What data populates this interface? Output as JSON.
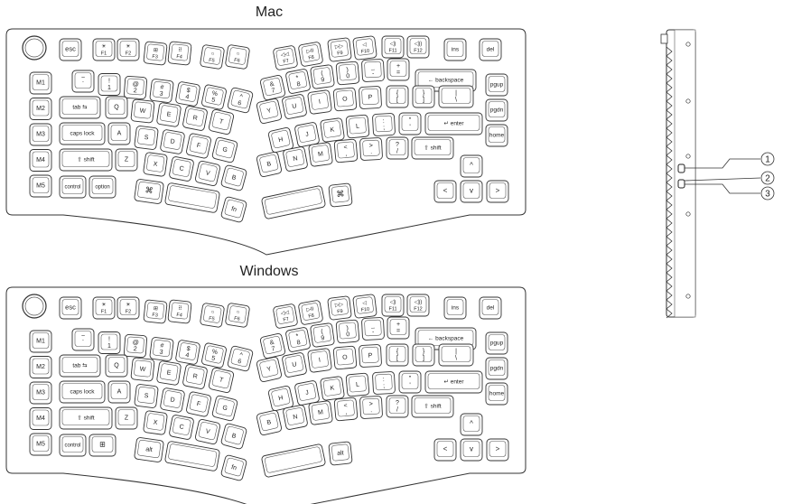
{
  "titles": {
    "mac": "Mac",
    "windows": "Windows"
  },
  "macro": [
    "M1",
    "M2",
    "M3",
    "M4",
    "M5"
  ],
  "left": {
    "fn_row": [
      {
        "t": "",
        "b": "esc"
      },
      {
        "t": "☀",
        "b": "F1"
      },
      {
        "t": "☀",
        "b": "F2"
      },
      {
        "t": "⊞",
        "b": "F3"
      },
      {
        "t": "⠿",
        "b": "F4"
      },
      {
        "t": "○",
        "b": "F5"
      },
      {
        "t": "○",
        "b": "F6"
      }
    ],
    "num_row": [
      {
        "t": "~",
        "b": "`"
      },
      {
        "t": "!",
        "b": "1"
      },
      {
        "t": "@",
        "b": "2"
      },
      {
        "t": "#",
        "b": "3"
      },
      {
        "t": "$",
        "b": "4"
      },
      {
        "t": "%",
        "b": "5"
      },
      {
        "t": "^",
        "b": "6"
      }
    ],
    "tab_row": [
      "tab ⇆",
      "Q",
      "W",
      "E",
      "R",
      "T"
    ],
    "caps_row": [
      "caps lock",
      "A",
      "S",
      "D",
      "F",
      "G"
    ],
    "shift_row": [
      "⇧ shift",
      "Z",
      "X",
      "C",
      "V",
      "B"
    ],
    "mac_bottom": [
      "control",
      "option",
      "⌘",
      "",
      "fn"
    ],
    "win_bottom": [
      "control",
      "⊞",
      "alt",
      "",
      "fn"
    ]
  },
  "right": {
    "fn_row": [
      {
        "t": "◁◁",
        "b": "F7"
      },
      {
        "t": "▷II",
        "b": "F8"
      },
      {
        "t": "▷▷",
        "b": "F9"
      },
      {
        "t": "◁",
        "b": "F10"
      },
      {
        "t": "◁)",
        "b": "F11"
      },
      {
        "t": "◁))",
        "b": "F12"
      }
    ],
    "num_row": [
      {
        "t": "&",
        "b": "7"
      },
      {
        "t": "*",
        "b": "8"
      },
      {
        "t": "(",
        "b": "9"
      },
      {
        "t": ")",
        "b": "0"
      },
      {
        "t": "_",
        "b": "-"
      },
      {
        "t": "+",
        "b": "="
      }
    ],
    "backspace": "← backspace",
    "tab_row": [
      "Y",
      "U",
      "I",
      "O",
      "P",
      "{ [",
      "} ]",
      "| \\"
    ],
    "caps_row": [
      "H",
      "J",
      "K",
      "L",
      ": ;",
      "\" '"
    ],
    "enter": "↵ enter",
    "shift_row": [
      "B",
      "N",
      "M",
      "< ,",
      "> .",
      "? /"
    ],
    "shift": "⇧ shift",
    "mac_bottom": [
      "",
      "⌘"
    ],
    "win_bottom": [
      "",
      "alt"
    ]
  },
  "nav": [
    "ins",
    "del",
    "pgup",
    "pgdn",
    "home"
  ],
  "arrows": [
    "^",
    "<",
    "v",
    ">"
  ],
  "callouts": [
    "1",
    "2",
    "3"
  ]
}
